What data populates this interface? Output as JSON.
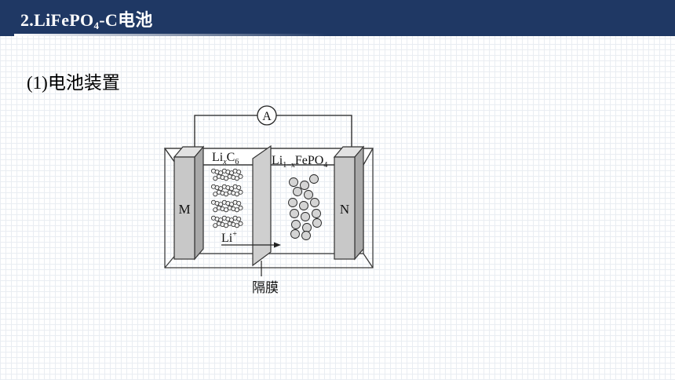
{
  "header": {
    "title_prefix": "2.LiFePO",
    "title_sub": "4",
    "title_suffix": "-C电池"
  },
  "section": {
    "heading": "(1)电池装置"
  },
  "diagram": {
    "ammeter_label": "A",
    "left_electrode_label": "M",
    "right_electrode_label": "N",
    "left_material": {
      "base": "Li",
      "sub1": "x",
      "mid": "C",
      "sub2": "6"
    },
    "right_material": {
      "base": "Li",
      "sub1": "1−x",
      "mid": "FePO",
      "sub2": "4"
    },
    "ion": {
      "base": "Li",
      "sup": "+"
    },
    "separator_label": "隔膜"
  },
  "colors": {
    "header_bg": "#1f3864",
    "electrode_fill": "#c8c8c8",
    "particle_fill": "#d4d4d4"
  }
}
